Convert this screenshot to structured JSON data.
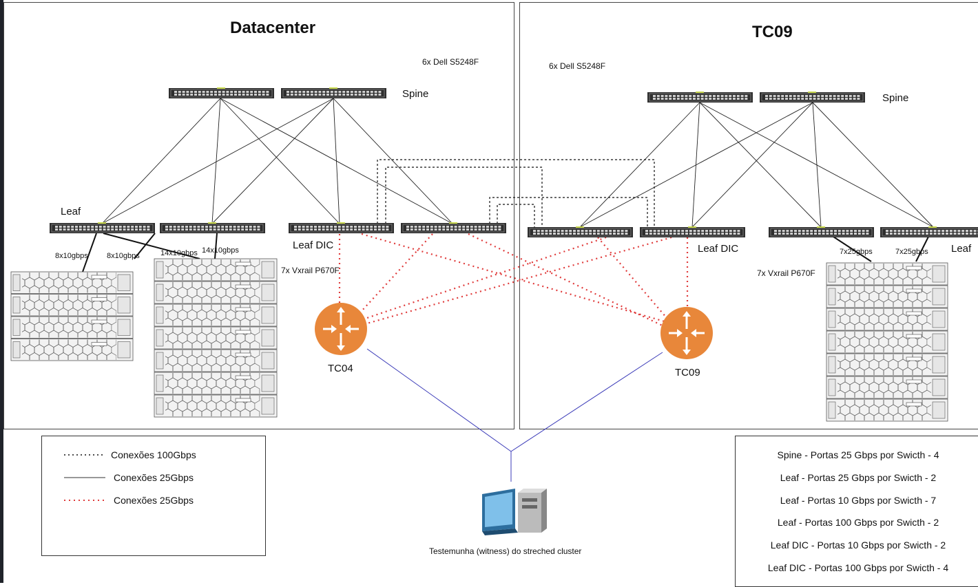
{
  "datacenter": {
    "title": "Datacenter",
    "switch_model": "6x Dell S5248F",
    "spine_label": "Spine",
    "leaf_label": "Leaf",
    "leaf_dic_label": "Leaf DIC",
    "server_label": "7x Vxrail P670F",
    "link_labels": [
      "8x10gbps",
      "8x10gbps",
      "14x10gbps",
      "14x10gbps"
    ],
    "router_label": "TC04"
  },
  "tc09": {
    "title": "TC09",
    "switch_model": "6x Dell S5248F",
    "spine_label": "Spine",
    "leaf_label": "Leaf",
    "leaf_dic_label": "Leaf DIC",
    "server_label": "7x Vxrail P670F",
    "link_labels": [
      "7x25gbps",
      "7x25gbps"
    ],
    "router_label": "TC09"
  },
  "witness": {
    "label": "Testemunha (witness) do streched cluster"
  },
  "legend": {
    "items": [
      {
        "style": "dotted-black",
        "label": "Conexões 100Gbps"
      },
      {
        "style": "solid-gray",
        "label": "Conexões 25Gbps"
      },
      {
        "style": "dotted-red",
        "label": "Conexões 25Gbps"
      }
    ]
  },
  "port_info": [
    "Spine  - Portas 25 Gbps por Swicth - 4",
    "Leaf  - Portas 25 Gbps por Swicth - 2",
    "Leaf  - Portas 10 Gbps por Swicth -  7",
    "Leaf - Portas 100 Gbps por Swicth - 2",
    "Leaf DIC - Portas 10 Gbps por Swicth - 2",
    "Leaf DIC - Portas 100 Gbps por Swicth - 4"
  ],
  "colors": {
    "router": "#e8873a",
    "red_link": "#e03a3a",
    "blue_link": "#3b3bb8",
    "switch_body": "#2e2e2e"
  }
}
